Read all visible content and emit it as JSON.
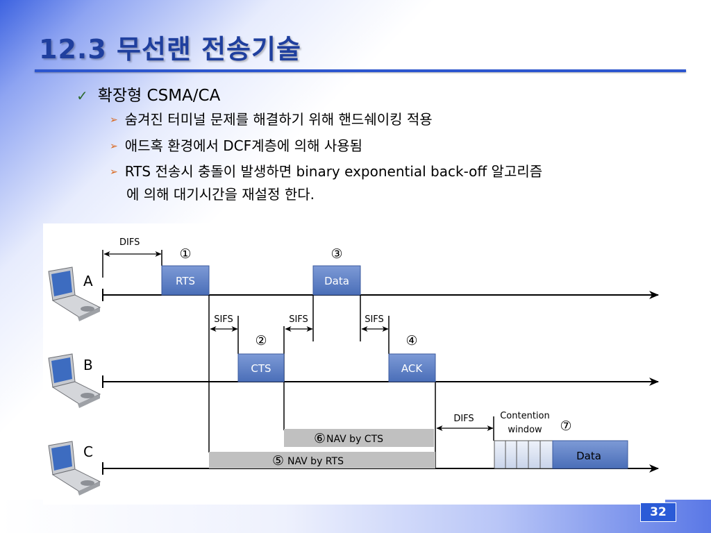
{
  "slide": {
    "title": "12.3 무선랜 전송기술",
    "page_number": "32"
  },
  "bullets": {
    "main": "확장형 CSMA/CA",
    "sub": [
      "숨겨진 터미널 문제를 해결하기 위해 핸드쉐이킹 적용",
      "애드혹 환경에서 DCF계층에 의해 사용됨",
      "RTS 전송시 충돌이 발생하면 binary exponential back-off 알고리즘",
      "에 의해 대기시간을 재설정 한다."
    ]
  },
  "diagram": {
    "stations": [
      "A",
      "B",
      "C"
    ],
    "frames": {
      "rts": "RTS",
      "data_a": "Data",
      "cts": "CTS",
      "ack": "ACK",
      "data_c": "Data"
    },
    "intervals": {
      "difs_top": "DIFS",
      "sifs_1": "SIFS",
      "sifs_2": "SIFS",
      "sifs_3": "SIFS",
      "difs_c": "DIFS"
    },
    "steps": [
      "①",
      "②",
      "③",
      "④",
      "⑤",
      "⑥",
      "⑦"
    ],
    "nav_cts": "NAV by CTS",
    "nav_rts": "NAV by RTS",
    "contention_line1": "Contention",
    "contention_line2": "window"
  },
  "colors": {
    "title": "#1f3f9e",
    "rule": "#2c56cf",
    "frame_fill": "#5b7fc6",
    "nav_fill": "#c0c0c0",
    "page_badge": "#2b5bd7"
  }
}
